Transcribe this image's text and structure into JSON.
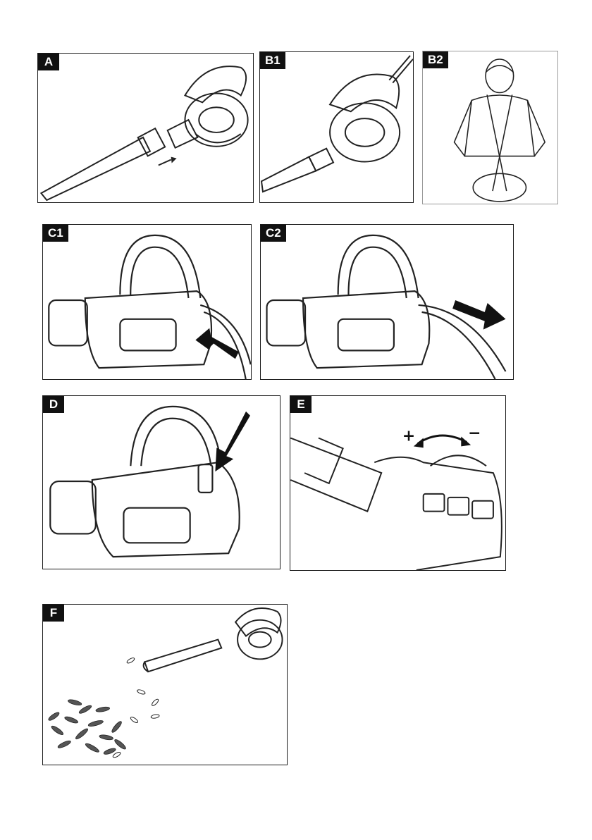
{
  "panels": [
    {
      "id": "A",
      "label": "A"
    },
    {
      "id": "B1",
      "label": "B1"
    },
    {
      "id": "B2",
      "label": "B2"
    },
    {
      "id": "C1",
      "label": "C1"
    },
    {
      "id": "C2",
      "label": "C2"
    },
    {
      "id": "D",
      "label": "D"
    },
    {
      "id": "E",
      "label": "E"
    },
    {
      "id": "F",
      "label": "F"
    }
  ],
  "panel_e": {
    "plus": "+",
    "minus": "−"
  },
  "icons": {
    "arrow": "arrow-icon",
    "curved_arrow": "curved-double-arrow-icon"
  }
}
